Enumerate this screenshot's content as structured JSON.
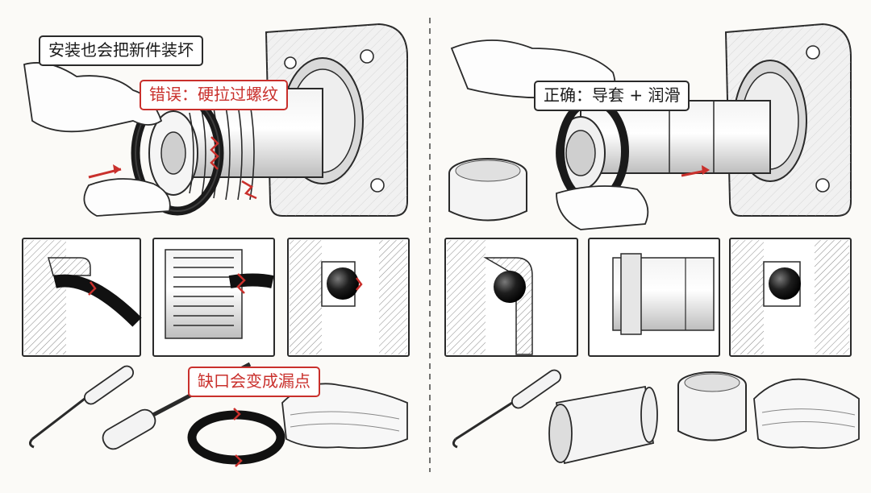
{
  "left_panel": {
    "title": "安装也会把新件装坏",
    "error_label": "错误：硬拉过螺纹",
    "leak_label": "缺口会变成漏点"
  },
  "right_panel": {
    "correct_label": "正确：导套 + 润滑"
  },
  "colors": {
    "error_red": "#c9302c",
    "outline": "#2a2a2a",
    "background": "#fbfaf7"
  },
  "icons": [
    "divider-dashed",
    "hand-icon",
    "o-ring-icon",
    "shaft-icon",
    "housing-icon",
    "hook-pick-icon",
    "screwdriver-icon",
    "cloth-icon",
    "grease-jar-icon",
    "guide-sleeve-icon",
    "arrow-icon",
    "damage-crack-icon"
  ]
}
